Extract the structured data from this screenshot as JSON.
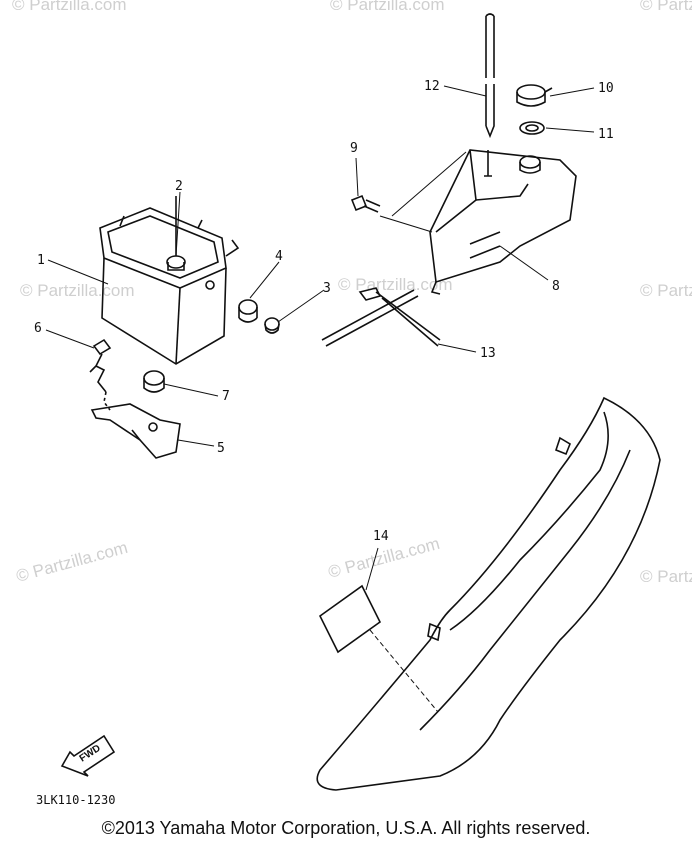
{
  "watermark": "© Partzilla.com",
  "parts": [
    {
      "num": "1"
    },
    {
      "num": "2"
    },
    {
      "num": "3"
    },
    {
      "num": "4"
    },
    {
      "num": "5"
    },
    {
      "num": "6"
    },
    {
      "num": "7"
    },
    {
      "num": "8"
    },
    {
      "num": "9"
    },
    {
      "num": "10"
    },
    {
      "num": "11"
    },
    {
      "num": "12"
    },
    {
      "num": "13"
    },
    {
      "num": "14"
    }
  ],
  "fwd_label": "FWD",
  "diagram_code": "3LK110-1230",
  "copyright": "©2013 Yamaha Motor Corporation, U.S.A. All rights reserved."
}
